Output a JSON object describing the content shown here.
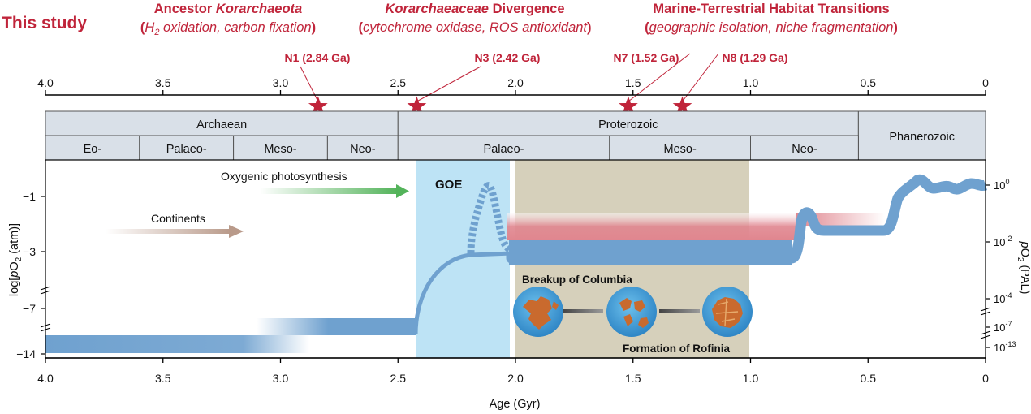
{
  "header": {
    "this_study": "This study",
    "groups": [
      {
        "title_pre": "Ancestor ",
        "title_it": "Korarchaeota",
        "title_post": "",
        "sub_open": "(",
        "sub_it": "H",
        "sub_sub": "2",
        "sub_rest": " oxidation, carbon fixation",
        "sub_close": ")"
      },
      {
        "title_pre": "",
        "title_it": "Korarchaeaceae",
        "title_post": " Divergence",
        "sub_open": "(",
        "sub_it": "cytochrome oxidase, ROS antioxidant",
        "sub_sub": "",
        "sub_rest": "",
        "sub_close": ")"
      },
      {
        "title_pre": "Marine-Terrestrial Habitat Transitions",
        "title_it": "",
        "title_post": "",
        "sub_open": "(",
        "sub_it": "geographic isolation, niche fragmentation",
        "sub_sub": "",
        "sub_rest": "",
        "sub_close": ")"
      }
    ],
    "nodes": [
      {
        "label": "N1 (2.84 Ga)",
        "age": 2.84
      },
      {
        "label": "N3 (2.42 Ga)",
        "age": 2.42
      },
      {
        "label": "N7 (1.52 Ga)",
        "age": 1.52
      },
      {
        "label": "N8 (1.29 Ga)",
        "age": 1.29
      }
    ]
  },
  "axis": {
    "ticks": [
      "4.0",
      "3.5",
      "3.0",
      "2.5",
      "2.0",
      "1.5",
      "1.0",
      "0.5",
      "0"
    ],
    "xlabel": "Age (Gyr)",
    "ylabel_left": "log[pO2 (atm)]",
    "ylabel_right": "pO2 (PAL)",
    "left_ticks": [
      "−1",
      "−3",
      "−7",
      "−14"
    ],
    "right_ticks": [
      {
        "base": "10",
        "exp": "0"
      },
      {
        "base": "10",
        "exp": "-2"
      },
      {
        "base": "10",
        "exp": "-4"
      },
      {
        "base": "10",
        "exp": "-7"
      },
      {
        "base": "10",
        "exp": "-13"
      }
    ]
  },
  "timescale": {
    "eons": [
      {
        "name": "Archaean",
        "start": 4.0,
        "end": 2.5
      },
      {
        "name": "Proterozoic",
        "start": 2.5,
        "end": 0.541
      },
      {
        "name": "Phanerozoic",
        "start": 0.541,
        "end": 0.0
      }
    ],
    "eras": [
      {
        "name": "Eo-",
        "start": 4.0,
        "end": 3.6
      },
      {
        "name": "Palaeo-",
        "start": 3.6,
        "end": 3.2
      },
      {
        "name": "Meso-",
        "start": 3.2,
        "end": 2.8
      },
      {
        "name": "Neo-",
        "start": 2.8,
        "end": 2.5
      },
      {
        "name": "Palaeo-",
        "start": 2.5,
        "end": 1.6
      },
      {
        "name": "Meso-",
        "start": 1.6,
        "end": 1.0
      },
      {
        "name": "Neo-",
        "start": 1.0,
        "end": 0.541
      }
    ]
  },
  "annotations": {
    "oxygenic": "Oxygenic photosynthesis",
    "continents": "Continents",
    "goe": "GOE",
    "breakup": "Breakup of Columbia",
    "formation": "Formation of Rofinia"
  },
  "colors": {
    "red": "#c0243a",
    "band_fill": "#d9e0e8",
    "goe_fill": "#bde3f5",
    "supercontinent_fill": "#d6d0bb",
    "curve": "#6fa1cf",
    "high_band": "#e0868f",
    "green_arrow": "#53b35a",
    "brown_arrow": "#b99a8a",
    "ocean": "#4a9fd8",
    "land": "#c96a2e"
  }
}
